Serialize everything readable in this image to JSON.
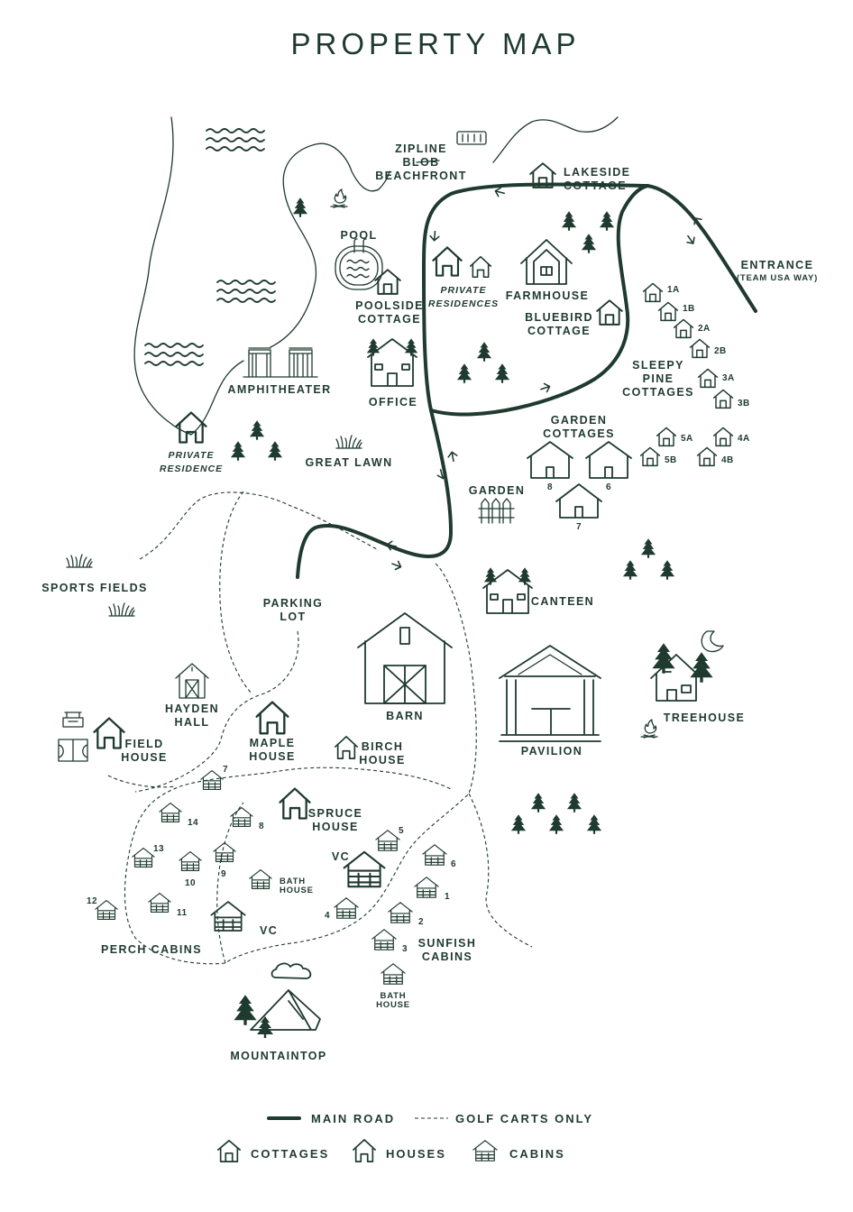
{
  "title": "PROPERTY MAP",
  "labels": {
    "zipline": [
      "ZIPLINE",
      "BLOB",
      "BEACHFRONT"
    ],
    "lakeside": [
      "LAKESIDE",
      "COTTAGE"
    ],
    "entrance": "ENTRANCE",
    "entrance_sub": "(TEAM USA WAY)",
    "pool": "POOL",
    "poolside": [
      "POOLSIDE",
      "COTTAGE"
    ],
    "private_res_1": [
      "PRIVATE",
      "RESIDENCES"
    ],
    "farmhouse": "FARMHOUSE",
    "bluebird": [
      "BLUEBIRD",
      "COTTAGE"
    ],
    "sleepy": [
      "SLEEPY",
      "PINE",
      "COTTAGES"
    ],
    "amphitheater": "AMPHITHEATER",
    "office": "OFFICE",
    "private_res_2": [
      "PRIVATE",
      "RESIDENCE"
    ],
    "great_lawn": "GREAT LAWN",
    "garden_cottages": [
      "GARDEN",
      "COTTAGES"
    ],
    "garden": "GARDEN",
    "sports_fields": "SPORTS FIELDS",
    "canteen": "CANTEEN",
    "parking": [
      "PARKING",
      "LOT"
    ],
    "barn": "BARN",
    "pavilion": "PAVILION",
    "treehouse": "TREEHOUSE",
    "hayden": [
      "HAYDEN",
      "HALL"
    ],
    "field_house": [
      "FIELD",
      "HOUSE"
    ],
    "maple": [
      "MAPLE",
      "HOUSE"
    ],
    "birch": [
      "BIRCH",
      "HOUSE"
    ],
    "spruce": [
      "SPRUCE",
      "HOUSE"
    ],
    "perch": "PERCH CABINS",
    "sunfish": [
      "SUNFISH",
      "CABINS"
    ],
    "bath_house": [
      "BATH",
      "HOUSE"
    ],
    "vc": "VC",
    "mountaintop": "MOUNTAINTOP"
  },
  "sleepy_cottage_ids": [
    "1A",
    "1B",
    "2A",
    "2B",
    "3A",
    "3B"
  ],
  "garden_cottage_ids": [
    "5A",
    "5B",
    "4A",
    "4B",
    "8",
    "6",
    "7"
  ],
  "perch_cabin_ids": [
    "7",
    "14",
    "8",
    "13",
    "10",
    "9",
    "12",
    "11"
  ],
  "sunfish_cabin_ids": [
    "5",
    "6",
    "1",
    "4",
    "2",
    "3"
  ],
  "legend": {
    "main_road": "MAIN ROAD",
    "golf_carts": "GOLF CARTS ONLY",
    "cottages": "COTTAGES",
    "houses": "HOUSES",
    "cabins": "CABINS"
  },
  "colors": {
    "ink": "#1f3a2f",
    "background": "#ffffff"
  }
}
